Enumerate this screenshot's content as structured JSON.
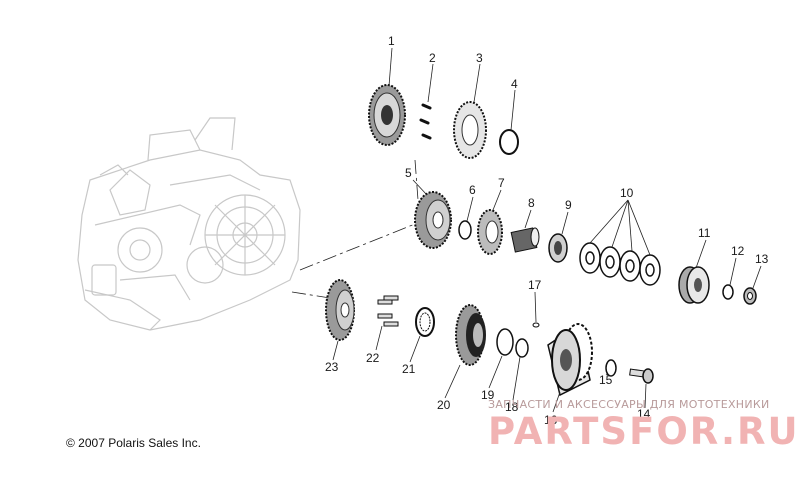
{
  "copyright": "© 2007 Polaris Sales Inc.",
  "watermark": {
    "tagline": "ЗАПЧАСТИ И АКСЕССУАРЫ ДЛЯ МОТОТЕХНИКИ",
    "brand": "PARTSFOR.RU",
    "color": "#f1b3b3"
  },
  "callouts": [
    "1",
    "2",
    "3",
    "4",
    "5",
    "6",
    "7",
    "8",
    "9",
    "10",
    "11",
    "12",
    "13",
    "14",
    "15",
    "16",
    "17",
    "18",
    "19",
    "20",
    "21",
    "22",
    "23"
  ],
  "colors": {
    "line": "#222222",
    "engine_ghost": "#c8c8c8"
  }
}
